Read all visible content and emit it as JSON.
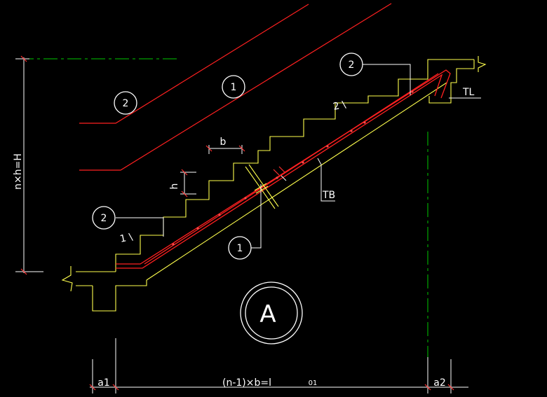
{
  "drawing": {
    "section_label": "A",
    "callouts": {
      "top_left_2": "2",
      "top_1": "1",
      "top_right_2": "2",
      "mid_left_2": "2",
      "bottom_1": "1"
    },
    "dims": {
      "b": "b",
      "h": "h",
      "height_total": "n×h=H",
      "a1": "a1",
      "a2": "a2",
      "length_total": "(n-1)×b=l",
      "zero_one": "01"
    },
    "members": {
      "tb": "TB",
      "tl": "TL"
    },
    "bar_marks": {
      "upper": "2 \\",
      "lower": "1 \\"
    },
    "colors": {
      "background": "#000000",
      "outline": "#ffff4d",
      "rebar": "#ff2020",
      "centerline": "#00c800",
      "dimension": "#ffffff",
      "dim_tick": "#ff3030"
    }
  }
}
